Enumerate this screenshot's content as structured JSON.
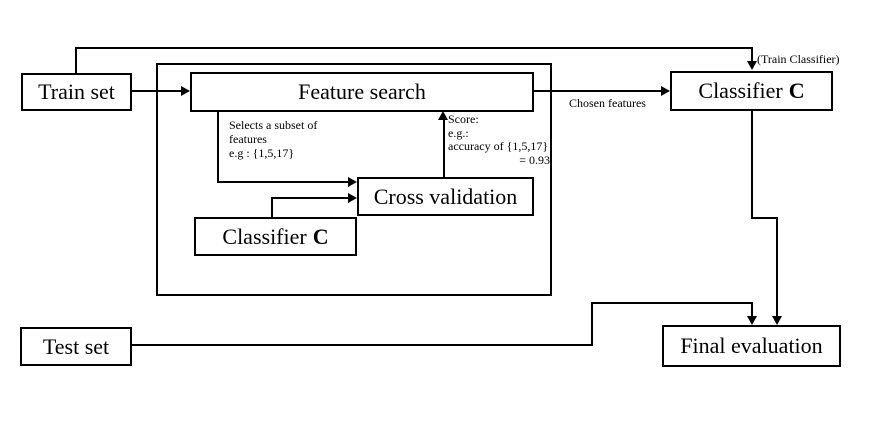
{
  "diagram": {
    "boxes": {
      "train_set": {
        "label": "Train set"
      },
      "feature_search": {
        "label": "Feature search"
      },
      "classifier_right": {
        "label": "Classifier",
        "label_bold": "C"
      },
      "cross_validation": {
        "label": "Cross validation"
      },
      "classifier_inner": {
        "label": "Classifier",
        "label_bold": "C"
      },
      "test_set": {
        "label": "Test set"
      },
      "final_evaluation": {
        "label": "Final evaluation"
      }
    },
    "annotations": {
      "train_classifier": "(Train Classifier)",
      "chosen_features": "Chosen features",
      "subset_line1": "Selects a subset of",
      "subset_line2": "features",
      "subset_line3": "e.g : {1,5,17}",
      "score_line1": "Score:",
      "score_line2": "e.g.:",
      "score_line3": "accuracy of {1,5,17}",
      "score_line4": "= 0.93"
    },
    "colors": {
      "line": "#000000",
      "background": "#ffffff"
    }
  }
}
